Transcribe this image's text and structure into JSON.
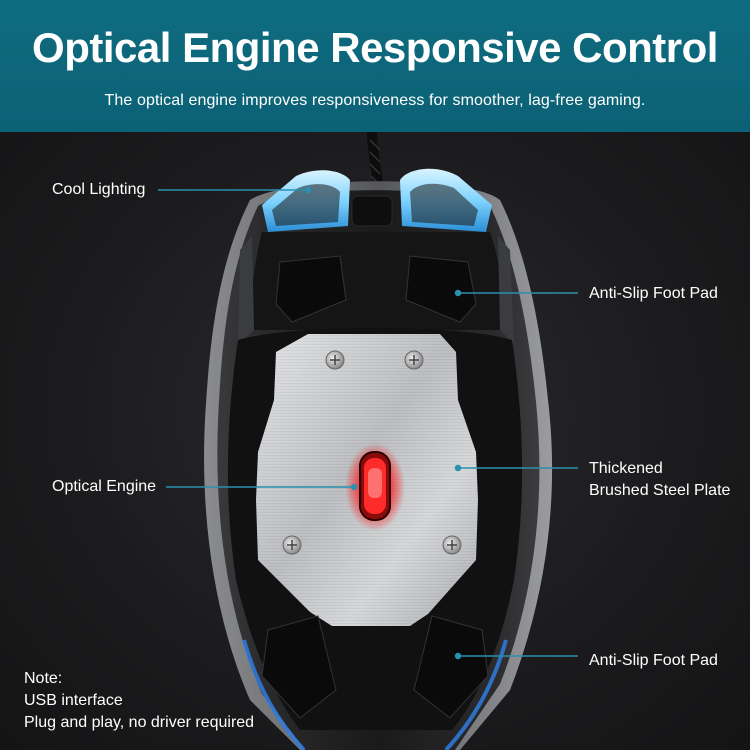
{
  "header": {
    "title": "Optical Engine Responsive Control",
    "subtitle": "The optical engine improves responsiveness for smoother, lag-free gaming."
  },
  "callouts": {
    "cool_lighting": "Cool Lighting",
    "anti_slip_top": "Anti-Slip Foot Pad",
    "optical_engine": "Optical Engine",
    "steel_plate_line1": "Thickened",
    "steel_plate_line2": "Brushed Steel Plate",
    "anti_slip_bottom": "Anti-Slip Foot Pad"
  },
  "note": {
    "heading": "Note:",
    "line1": "USB interface",
    "line2": "Plug and play, no driver required"
  },
  "colors": {
    "header_bg": "#0b6176",
    "callout_line": "#2a8fb0",
    "glow_blue": "#7fd3ff",
    "sensor_red": "#ff2a2a",
    "steel": "#c9cbcd"
  }
}
